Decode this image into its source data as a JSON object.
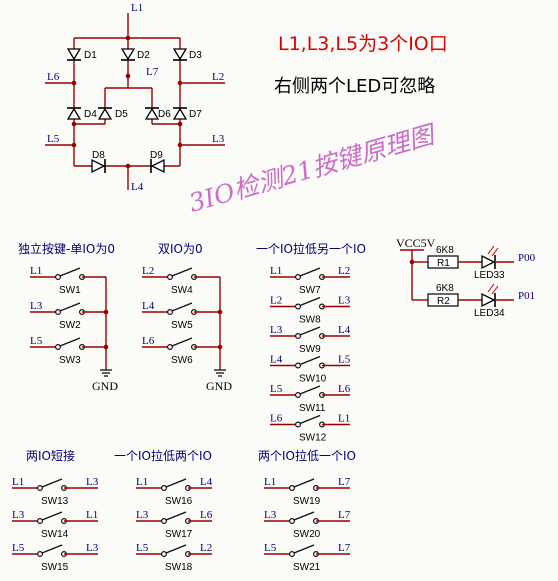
{
  "notes": {
    "line1": "L1,L3,L5为3个IO口",
    "line2": "右侧两个LED可忽略",
    "watermark": "3IO检测21按键原理图"
  },
  "bridge": {
    "nets": {
      "L1": "L1",
      "L2": "L2",
      "L4": "L4",
      "L5": "L5",
      "L6": "L6",
      "L7": "L7",
      "L3": "L3"
    },
    "diodes": [
      "D1",
      "D2",
      "D3",
      "D4",
      "D5",
      "D6",
      "D7",
      "D8",
      "D9"
    ]
  },
  "sections": [
    {
      "id": "s1",
      "title": "独立按键-单IO为0",
      "switches": [
        {
          "left": "L1",
          "right": "",
          "name": "SW1"
        },
        {
          "left": "L3",
          "right": "",
          "name": "SW2"
        },
        {
          "left": "L5",
          "right": "",
          "name": "SW3"
        }
      ],
      "gnd": "GND"
    },
    {
      "id": "s2",
      "title": "双IO为0",
      "switches": [
        {
          "left": "L2",
          "right": "",
          "name": "SW4"
        },
        {
          "left": "L4",
          "right": "",
          "name": "SW5"
        },
        {
          "left": "L6",
          "right": "",
          "name": "SW6"
        }
      ],
      "gnd": "GND"
    },
    {
      "id": "s3",
      "title": "一个IO拉低另一个IO",
      "switches": [
        {
          "left": "L1",
          "right": "L2",
          "name": "SW7"
        },
        {
          "left": "L2",
          "right": "L3",
          "name": "SW8"
        },
        {
          "left": "L3",
          "right": "L4",
          "name": "SW9"
        },
        {
          "left": "L4",
          "right": "L5",
          "name": "SW10"
        },
        {
          "left": "L5",
          "right": "L6",
          "name": "SW11"
        },
        {
          "left": "L6",
          "right": "L1",
          "name": "SW12"
        }
      ]
    },
    {
      "id": "s4",
      "title": "两IO短接",
      "switches": [
        {
          "left": "L1",
          "right": "L3",
          "name": "SW13"
        },
        {
          "left": "L3",
          "right": "L1",
          "name": "SW14"
        },
        {
          "left": "L5",
          "right": "L3",
          "name": "SW15"
        }
      ]
    },
    {
      "id": "s5",
      "title": "一个IO拉低两个IO",
      "switches": [
        {
          "left": "L1",
          "right": "L4",
          "name": "SW16"
        },
        {
          "left": "L3",
          "right": "L6",
          "name": "SW17"
        },
        {
          "left": "L5",
          "right": "L2",
          "name": "SW18"
        }
      ]
    },
    {
      "id": "s6",
      "title": "两个IO拉低一个IO",
      "switches": [
        {
          "left": "L1",
          "right": "L7",
          "name": "SW19"
        },
        {
          "left": "L3",
          "right": "L7",
          "name": "SW20"
        },
        {
          "left": "L5",
          "right": "L7",
          "name": "SW21"
        }
      ]
    }
  ],
  "led_block": {
    "vcc": "VCC5V",
    "rows": [
      {
        "res_value": "6K8",
        "res_name": "R1",
        "led_name": "LED33",
        "net": "P00"
      },
      {
        "res_value": "6K8",
        "res_name": "R2",
        "led_name": "LED34",
        "net": "P01"
      }
    ]
  },
  "colors": {
    "wire": "#9a0000",
    "note": "#e00000",
    "watermark": "#c04cc0",
    "net_label": "#000080"
  }
}
